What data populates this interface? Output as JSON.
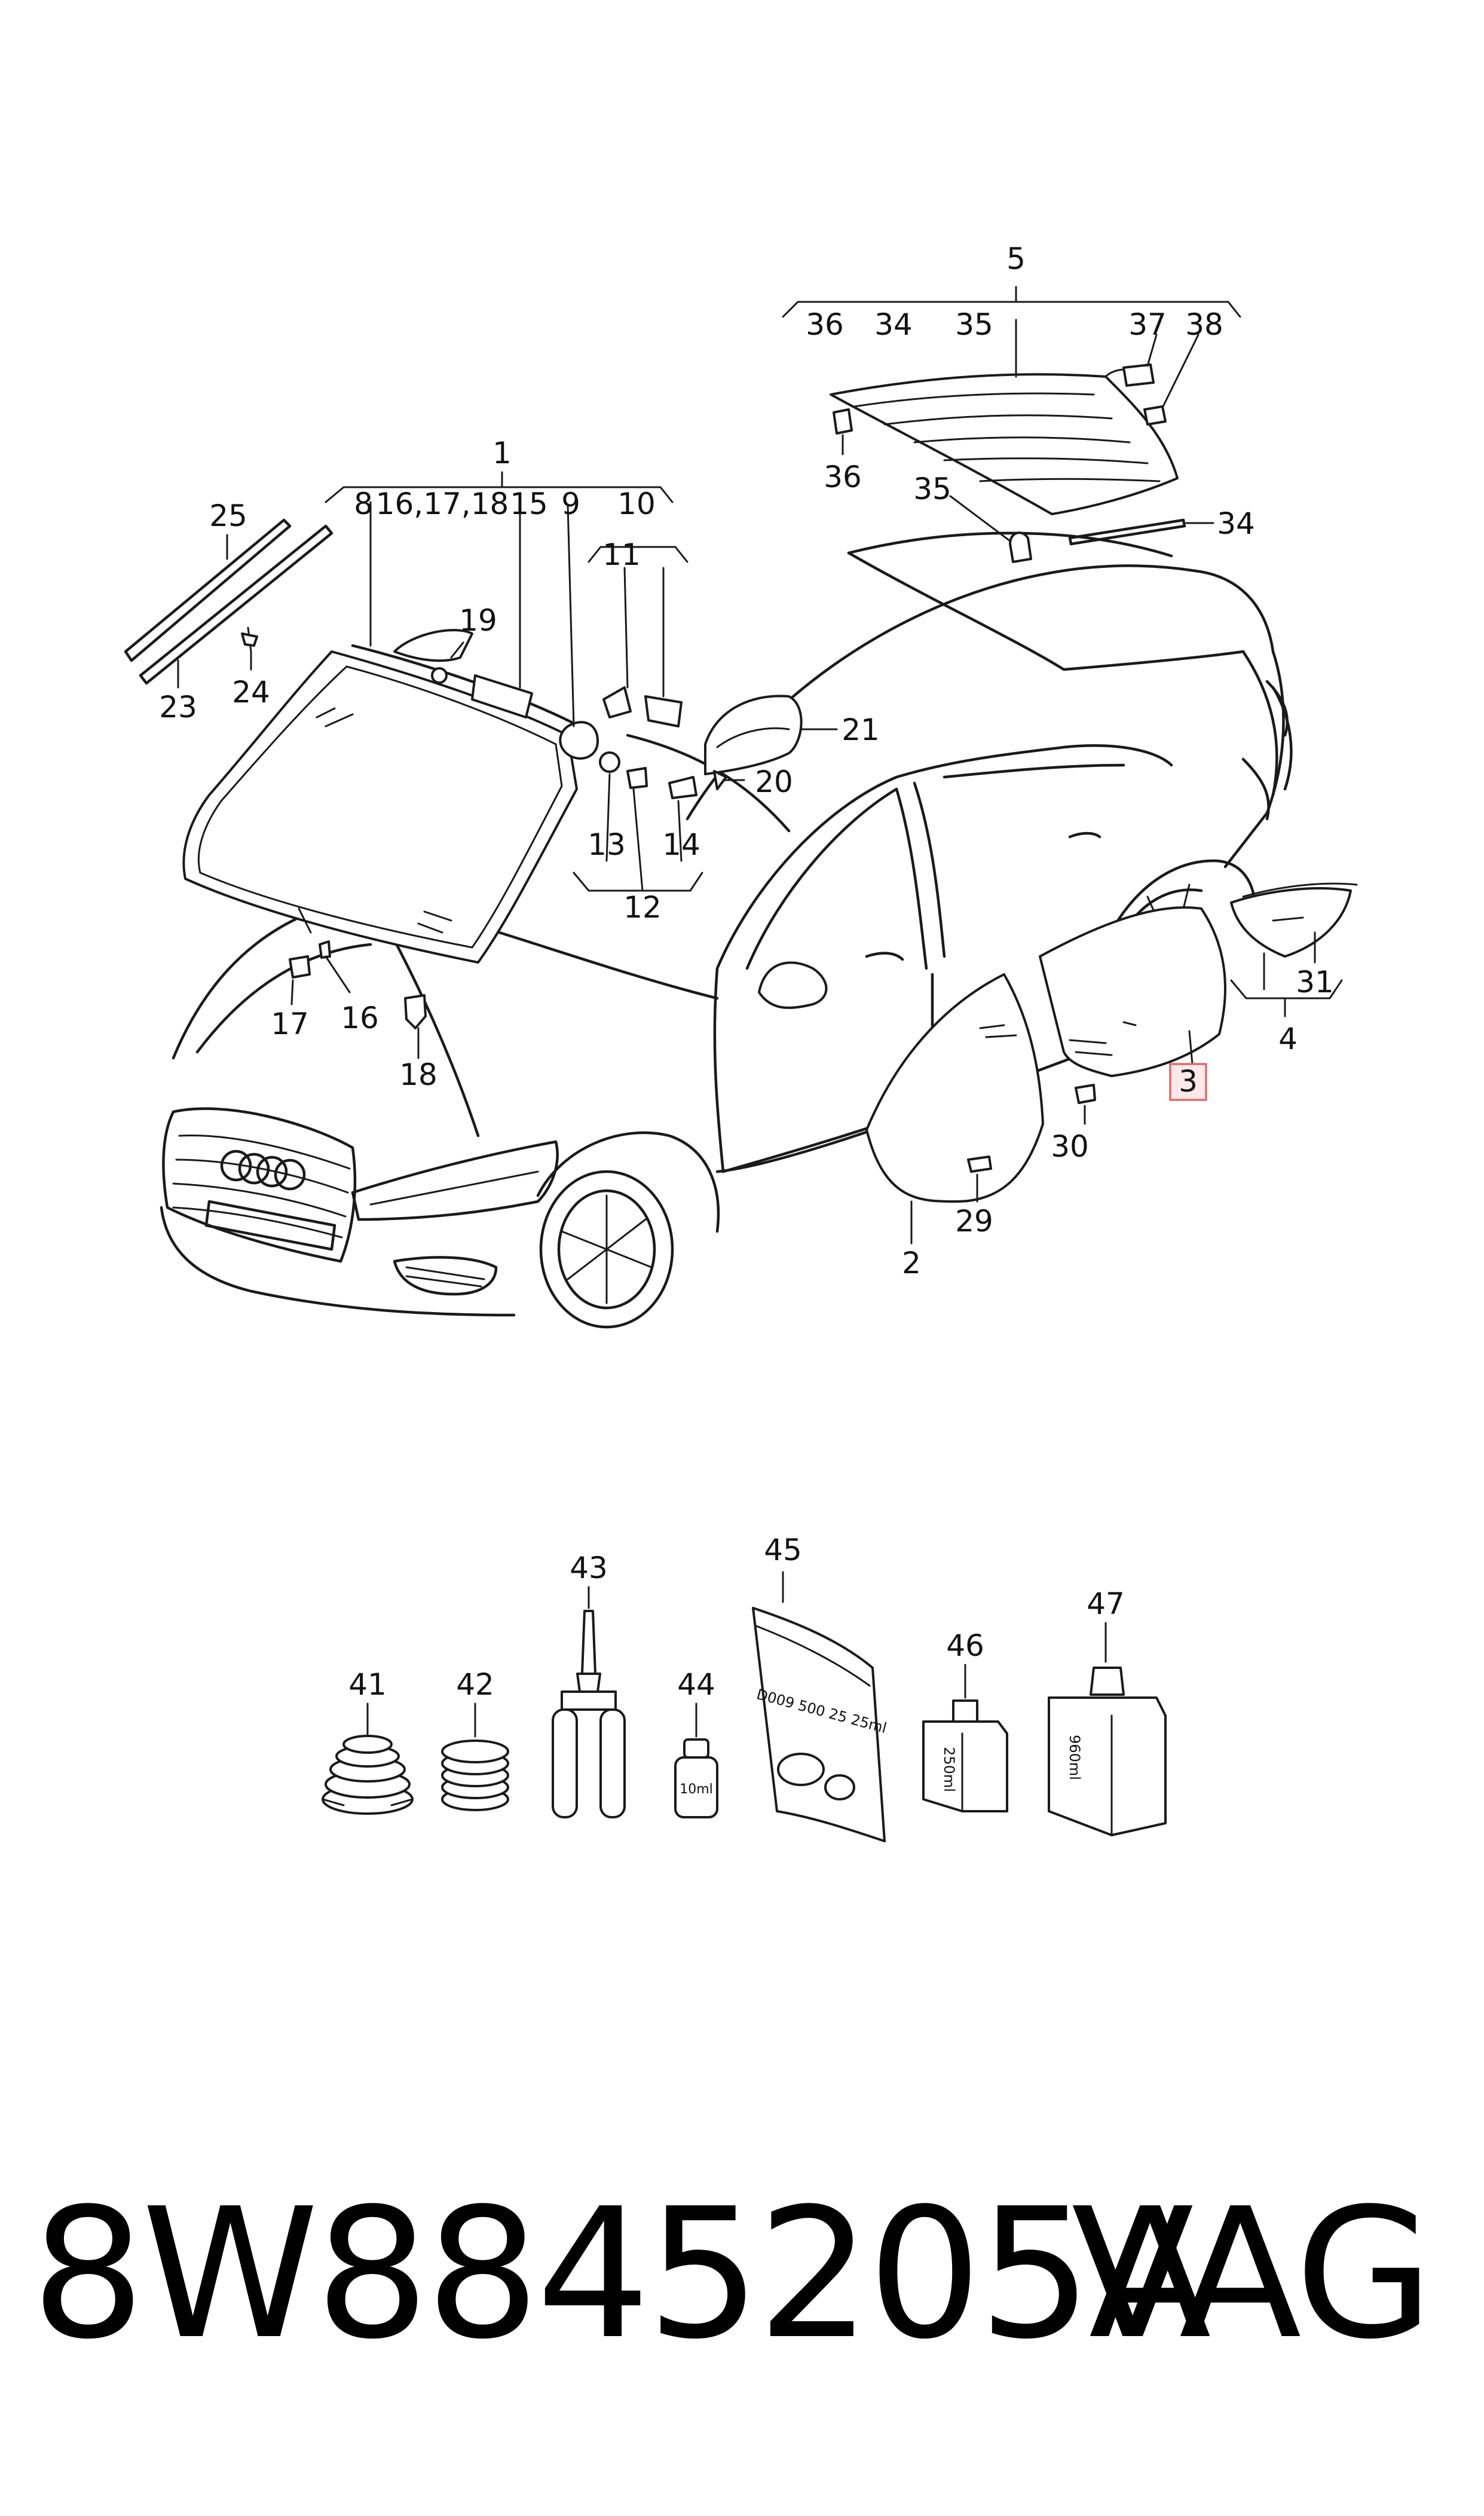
{
  "part_number": "8W8845205A",
  "brand": "VAG",
  "highlighted_callout": "3",
  "highlight_colors": {
    "stroke": "#e06a6a",
    "fill": "#fde9ea"
  },
  "callouts": {
    "c1": "1",
    "c2": "2",
    "c3": "3",
    "c4": "4",
    "c5": "5",
    "c8": "8",
    "c16_17_18": "16,17,18",
    "c15": "15",
    "c9": "9",
    "c10": "10",
    "c11": "11",
    "c12": "12",
    "c13": "13",
    "c14": "14",
    "c16": "16",
    "c17": "17",
    "c18": "18",
    "c19": "19",
    "c20": "20",
    "c21": "21",
    "c23": "23",
    "c24": "24",
    "c25": "25",
    "c29": "29",
    "c30": "30",
    "c31": "31",
    "c34a": "34",
    "c34b": "34",
    "c35a": "35",
    "c35b": "35",
    "c36a": "36",
    "c36b": "36",
    "c37": "37",
    "c38": "38",
    "c41": "41",
    "c42": "42",
    "c43": "43",
    "c44": "44",
    "c45": "45",
    "c46": "46",
    "c47": "47"
  },
  "container_labels": {
    "tube_44": "10ml",
    "pouch_45": "D009 500 25 25ml",
    "bottle_46": "250ml",
    "can_47": "960ml"
  }
}
